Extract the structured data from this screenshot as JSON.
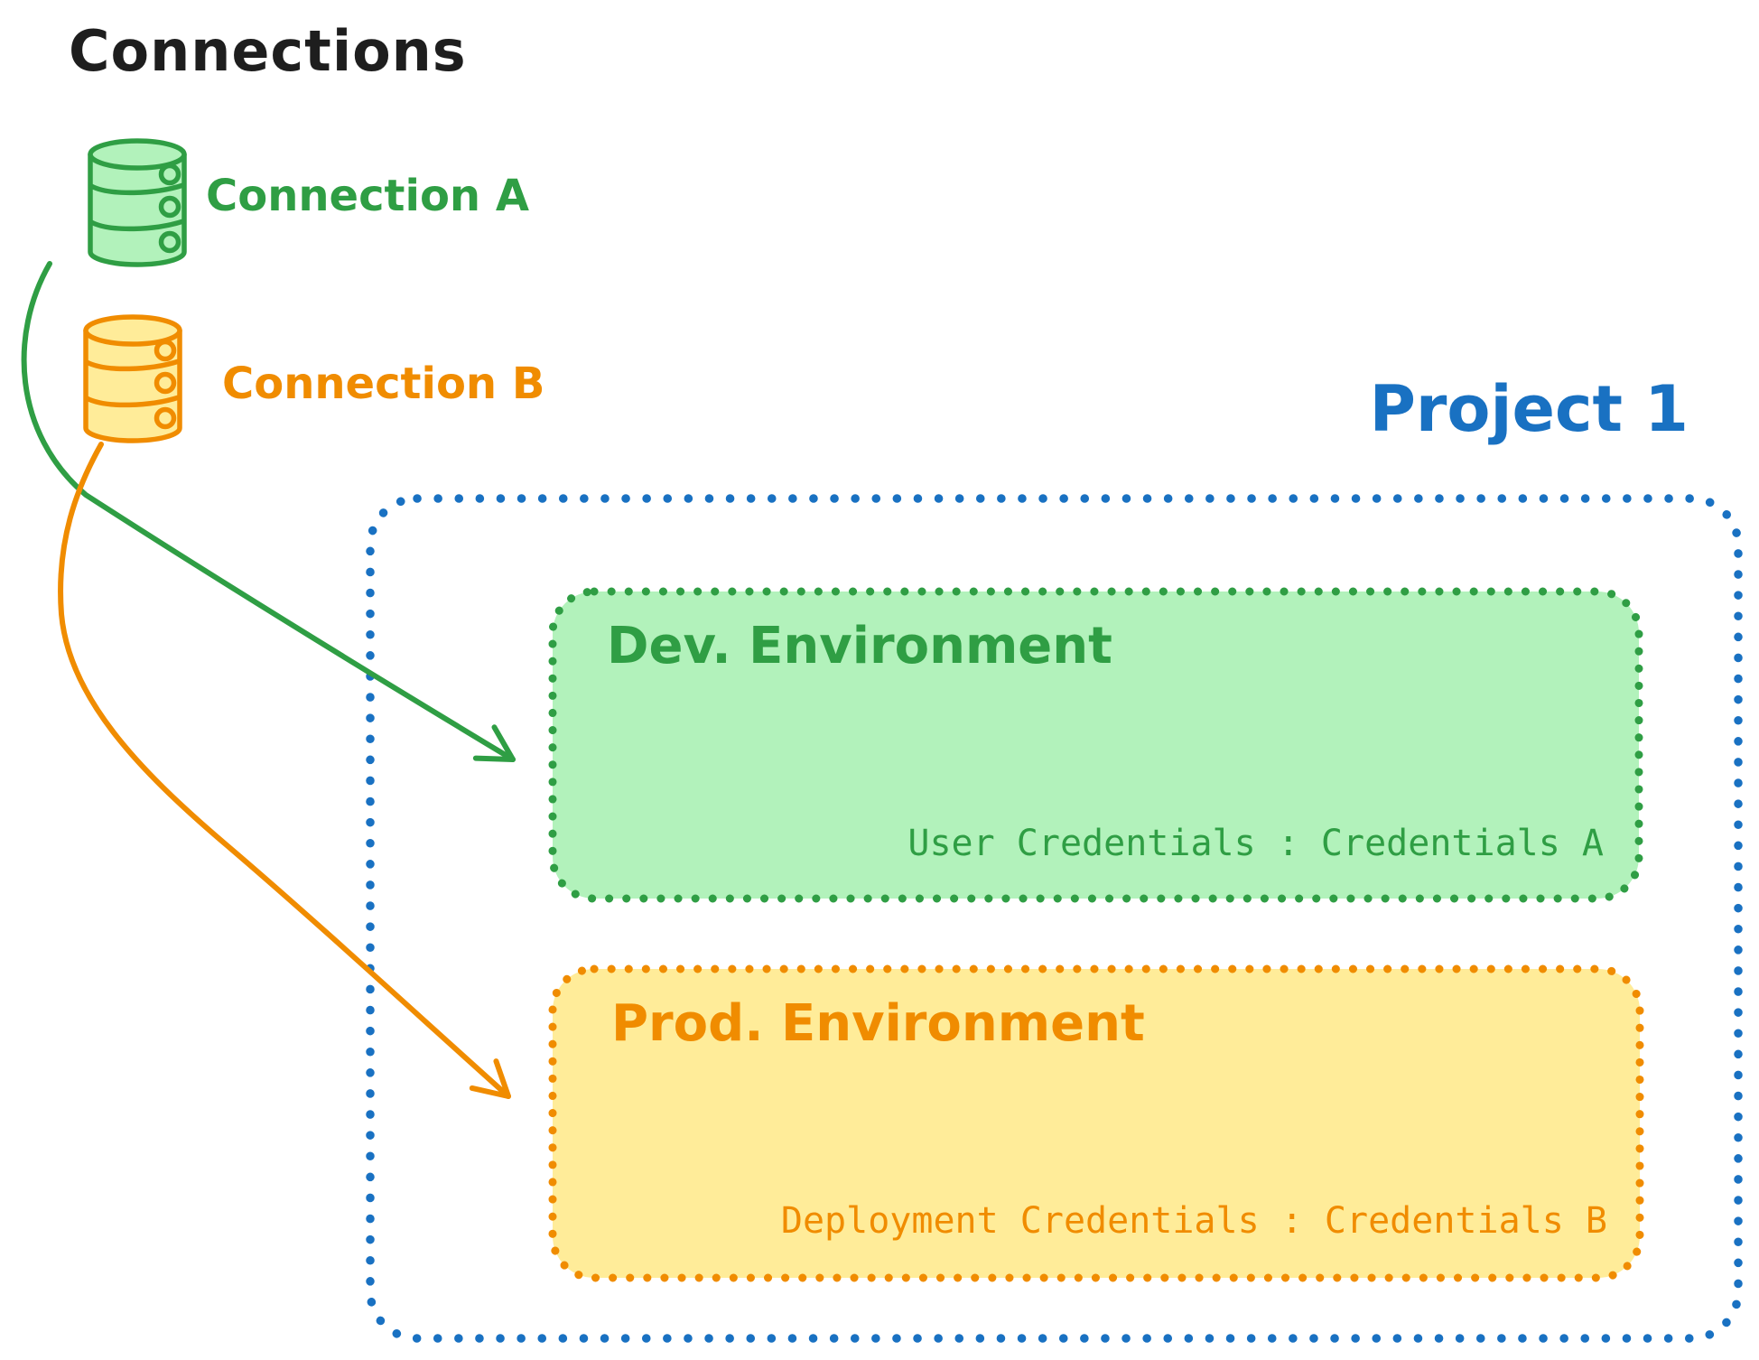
{
  "colors": {
    "ink": "#1e1e1e",
    "green": "#2f9e44",
    "green_fill": "#b2f2bb",
    "orange": "#f08c00",
    "orange_fill": "#ffec99",
    "blue": "#1971c2",
    "background": "#ffffff"
  },
  "header": {
    "title": "Connections"
  },
  "connections": [
    {
      "label": "Connection A",
      "icon": "database-icon",
      "color": "#2f9e44"
    },
    {
      "label": "Connection B",
      "icon": "database-icon",
      "color": "#f08c00"
    }
  ],
  "project": {
    "title": "Project 1",
    "environments": [
      {
        "title": "Dev. Environment",
        "credentials_label": "User Credentials",
        "credentials_value": "Credentials A",
        "credentials_text": "User Credentials : Credentials A",
        "source_connection": "Connection A"
      },
      {
        "title": "Prod. Environment",
        "credentials_label": "Deployment Credentials",
        "credentials_value": "Credentials B",
        "credentials_text": "Deployment Credentials : Credentials B",
        "source_connection": "Connection B"
      }
    ]
  }
}
